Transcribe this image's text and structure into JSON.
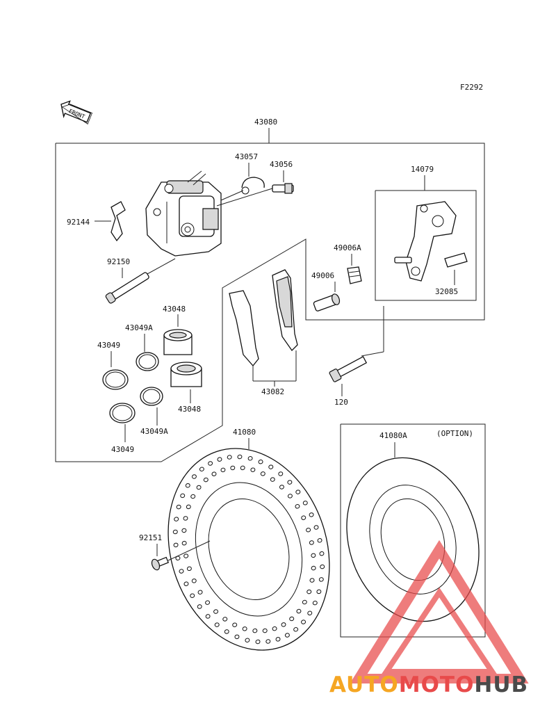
{
  "diagram": {
    "figure_code": "F2292",
    "front_label": "FRONT",
    "option_label": "(OPTION)",
    "part_numbers": {
      "p43080": "43080",
      "p43057": "43057",
      "p43056": "43056",
      "p14079": "14079",
      "p92144": "92144",
      "p49006A": "49006A",
      "p49006": "49006",
      "p32085": "32085",
      "p92150": "92150",
      "p43048_top": "43048",
      "p43049A_top": "43049A",
      "p43049_top": "43049",
      "p43048_bottom": "43048",
      "p43049A_bottom": "43049A",
      "p43049_bottom": "43049",
      "p43082": "43082",
      "p120": "120",
      "p41080": "41080",
      "p41080A": "41080A",
      "p92151": "92151"
    }
  },
  "watermark": {
    "part1": "AUTO",
    "part2": "MOTO",
    "part3": "HUB",
    "color1": "#f5a623",
    "color2": "#e84a4a",
    "color3": "#4a4a4a",
    "triangle_color": "#e84a4a"
  }
}
